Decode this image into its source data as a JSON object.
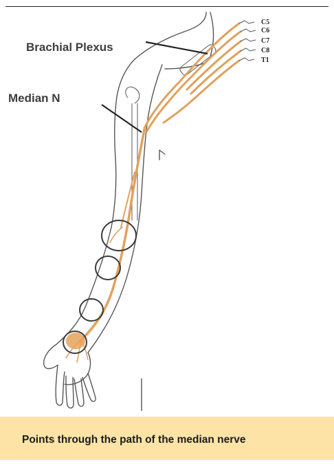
{
  "labels": {
    "brachial_plexus": "Brachial Plexus",
    "median_n": "Median N",
    "roots": [
      "C5",
      "C6",
      "C7",
      "C8",
      "T1"
    ]
  },
  "caption": "Points through the path of the median nerve",
  "colors": {
    "nerve": "#e0a15e",
    "outline": "#4a4a4a",
    "label_text": "#3d3d3d",
    "caption_bg": "#fde4a6"
  }
}
